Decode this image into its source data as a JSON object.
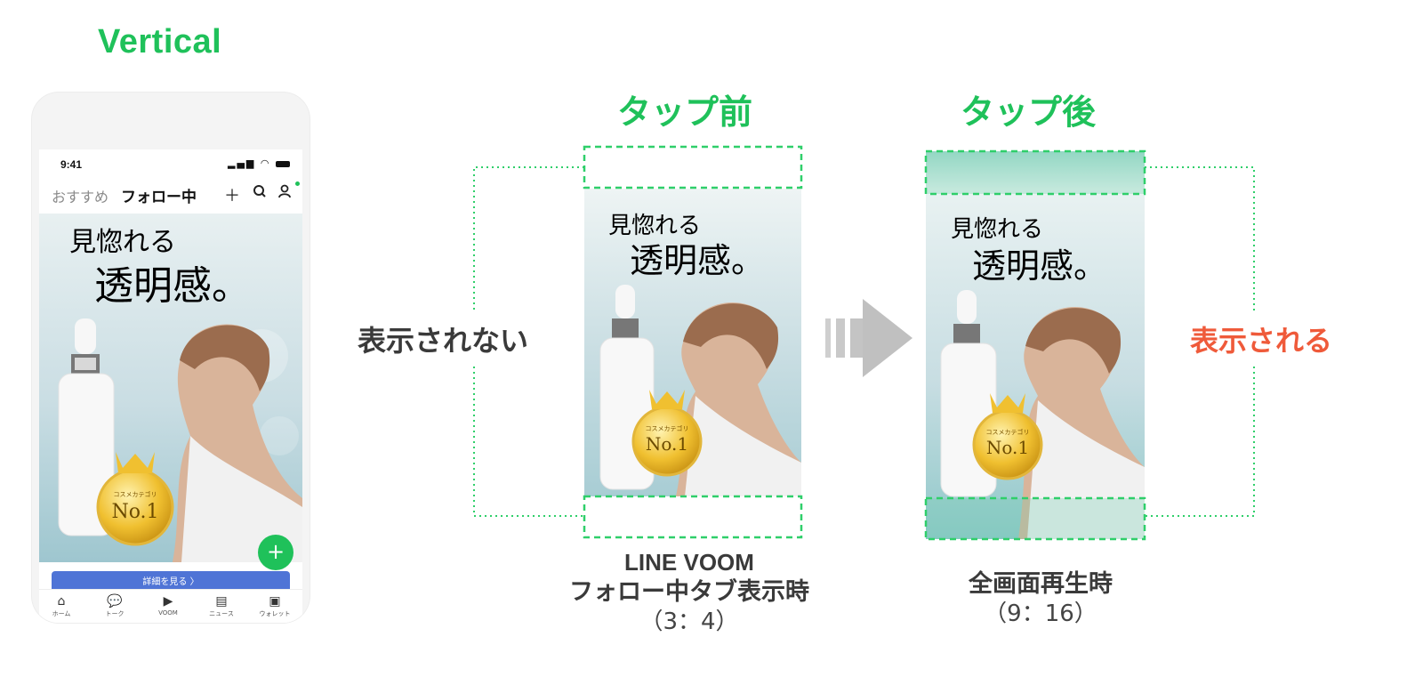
{
  "title": "Vertical",
  "phone": {
    "time": "9:41",
    "nav": {
      "recommended": "おすすめ",
      "following": "フォロー中"
    },
    "ad": {
      "headline1": "見惚れる",
      "headline2": "透明感。",
      "badge_small": "コスメカテゴリ",
      "badge_main": "No.1"
    },
    "detail_button": "詳細を見る 〉",
    "tabs": [
      {
        "icon": "home-icon",
        "label": "ホーム"
      },
      {
        "icon": "chat-icon",
        "label": "トーク"
      },
      {
        "icon": "voom-icon",
        "label": "VOOM"
      },
      {
        "icon": "news-icon",
        "label": "ニュース"
      },
      {
        "icon": "wallet-icon",
        "label": "ウォレット"
      }
    ]
  },
  "before": {
    "heading": "タップ前",
    "side_label": "表示されない",
    "caption_line1": "LINE VOOM",
    "caption_line2": "フォロー中タブ表示時",
    "caption_ratio": "（3：4）"
  },
  "after": {
    "heading": "タップ後",
    "side_label": "表示される",
    "caption_line1": "全画面再生時",
    "caption_ratio": "（9：16）"
  },
  "colors": {
    "accent_green": "#1fc15a",
    "dashed_green": "#2fcf6a",
    "shown_red": "#ef5a3a",
    "text_dark": "#3a3a3a",
    "arrow_gray": "#c9c9c9"
  }
}
